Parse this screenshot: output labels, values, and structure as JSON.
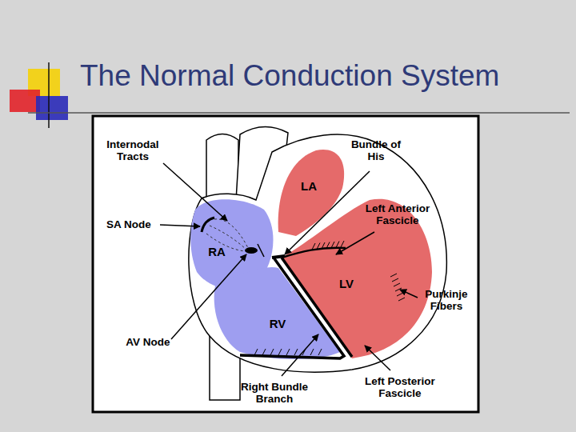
{
  "diagram": {
    "title": "The Normal Conduction System",
    "labels": [
      "Internodal Tracts",
      "SA Node",
      "AV Node",
      "Bundle of His",
      "Left Anterior Fascicle",
      "Purkinje Fibers",
      "Right Bundle Branch",
      "Left Posterior Fascicle",
      "RA",
      "RV",
      "LA",
      "LV"
    ]
  }
}
